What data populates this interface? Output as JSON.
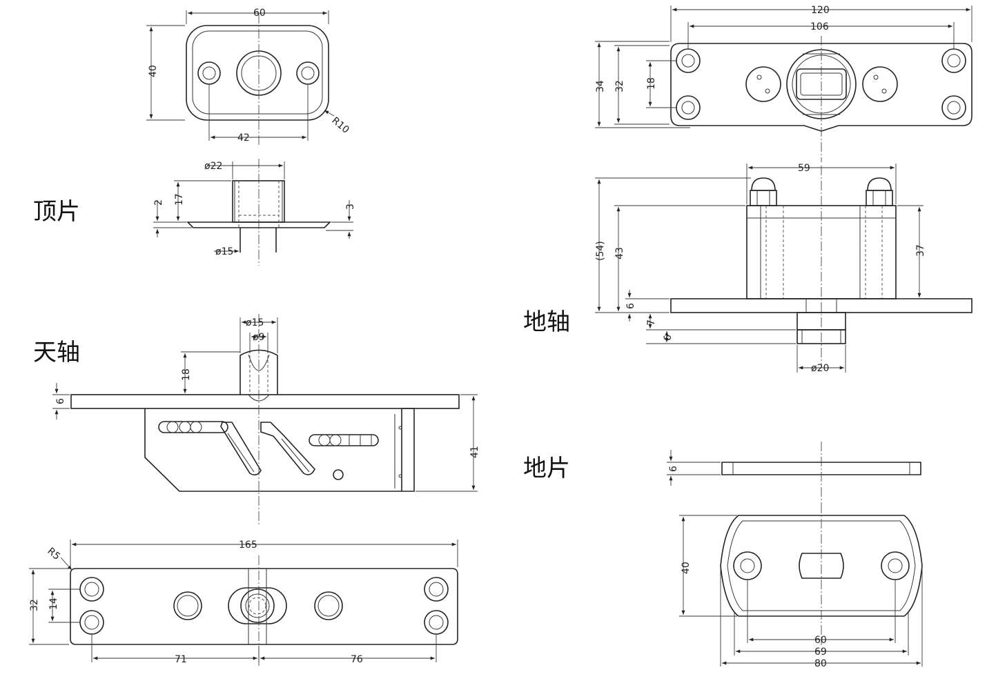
{
  "labels": {
    "top_plate": "顶片",
    "top_pivot": "天轴",
    "floor_pivot": "地轴",
    "floor_plate": "地片"
  },
  "dims": {
    "tp_w60": "60",
    "tp_h40": "40",
    "tp_w42": "42",
    "tp_r10": "R10",
    "tps_d22": "ø22",
    "tps_17": "17",
    "tps_2": "2",
    "tps_3": "3",
    "tps_d15": "ø15",
    "tv_d15": "ø15",
    "tv_d9": "ø9",
    "tv_18": "18",
    "tv_6": "6",
    "tv_41": "41",
    "tvp_165": "165",
    "tvp_r5": "R5",
    "tvp_32": "32",
    "tvp_14": "14",
    "tvp_71": "71",
    "tvp_76": "76",
    "fpt_120": "120",
    "fpt_106": "106",
    "fpt_34": "34",
    "fpt_32": "32",
    "fpt_18": "18",
    "fps_59": "59",
    "fps_54": "(54)",
    "fps_43": "43",
    "fps_37": "37",
    "fps_6a": "6",
    "fps_7": "7",
    "fps_6b": "6",
    "fps_d20": "ø20",
    "fl_6": "6",
    "fl_40": "40",
    "fl_60": "60",
    "fl_69": "69",
    "fl_80": "80"
  }
}
